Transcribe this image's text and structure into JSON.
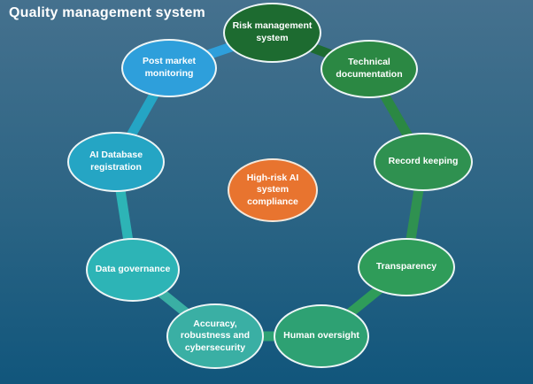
{
  "title": "Quality management system",
  "background": {
    "gradient_top": "#45718E",
    "gradient_bottom": "#11567C"
  },
  "node_border_color": "#EDF5F6",
  "center": {
    "label": "High-risk AI system compliance",
    "color": "#E8742F"
  },
  "nodes": [
    {
      "id": "risk-management-system",
      "label": "Risk management system",
      "color": "#1D6B30"
    },
    {
      "id": "technical-documentation",
      "label": "Technical documentation",
      "color": "#2B8843"
    },
    {
      "id": "record-keeping",
      "label": "Record keeping",
      "color": "#2F9150"
    },
    {
      "id": "transparency",
      "label": "Transparency",
      "color": "#2F9C59"
    },
    {
      "id": "human-oversight",
      "label": "Human oversight",
      "color": "#2EA173"
    },
    {
      "id": "accuracy-robustness-and-cybersecurity",
      "label": "Accuracy, robustness and cybersecurity",
      "color": "#3AAFA4"
    },
    {
      "id": "data-governance",
      "label": "Data governance",
      "color": "#2DB4B6"
    },
    {
      "id": "ai-database-registration",
      "label": "AI Database registration",
      "color": "#25A5C4"
    },
    {
      "id": "post-market-monitoring",
      "label": "Post market monitoring",
      "color": "#2E9FDB"
    }
  ]
}
